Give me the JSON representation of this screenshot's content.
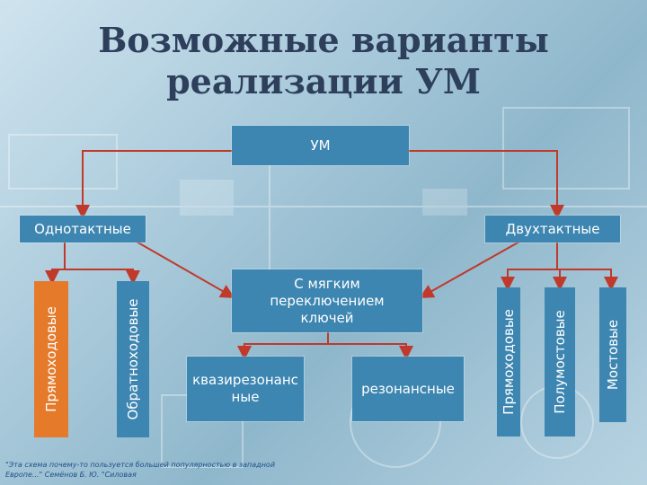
{
  "title_line1": "Возможные варианты",
  "title_line2": "реализации УМ",
  "nodes": {
    "root": "УМ",
    "single": "Однотактные",
    "double": "Двухтактные",
    "soft": "С мягким переключением ключей",
    "single_forward": "Прямоходовые",
    "single_flyback": "Обратноходовые",
    "quasi": "квазирезонанс ные",
    "resonant": "резонансные",
    "double_forward": "Прямоходовые",
    "half_bridge": "Полумостовые",
    "bridge": "Мостовые"
  },
  "note": "\"Эта схема почему-то пользуется большей популярностью в западной Европе...\" Семёнов Б. Ю. \"Силовая",
  "colors": {
    "box": "#3d86b1",
    "orange": "#e57a2b",
    "arrow": "#c0392b",
    "title": "#2e3f5c"
  }
}
